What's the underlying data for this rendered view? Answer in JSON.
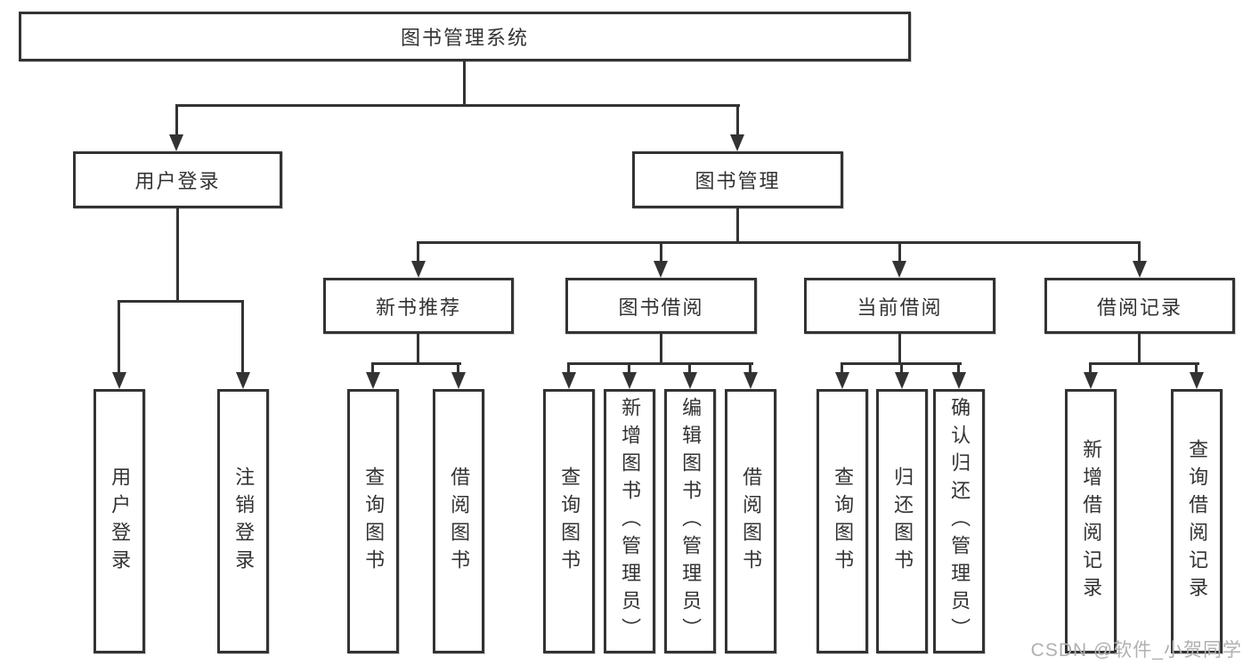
{
  "diagram": {
    "root": {
      "label": "图书管理系统",
      "children": [
        {
          "label": "用户登录",
          "children": [
            {
              "label": "用户登录"
            },
            {
              "label": "注销登录"
            }
          ]
        },
        {
          "label": "图书管理",
          "children": [
            {
              "label": "新书推荐",
              "children": [
                {
                  "label": "查询图书"
                },
                {
                  "label": "借阅图书"
                }
              ]
            },
            {
              "label": "图书借阅",
              "children": [
                {
                  "label": "查询图书"
                },
                {
                  "label": "新增图书（管理员）"
                },
                {
                  "label": "编辑图书（管理员）"
                },
                {
                  "label": "借阅图书"
                }
              ]
            },
            {
              "label": "当前借阅",
              "children": [
                {
                  "label": "查询图书"
                },
                {
                  "label": "归还图书"
                },
                {
                  "label": "确认归还（管理员）"
                }
              ]
            },
            {
              "label": "借阅记录",
              "children": [
                {
                  "label": "新增借阅记录"
                },
                {
                  "label": "查询借阅记录"
                }
              ]
            }
          ]
        }
      ]
    }
  },
  "watermark": {
    "text": "CSDN @软件_小贺同学"
  },
  "colors": {
    "line": "#333333",
    "box_border": "#333333",
    "text": "#333333",
    "background": "#ffffff",
    "watermark": "#b0b0b0"
  }
}
